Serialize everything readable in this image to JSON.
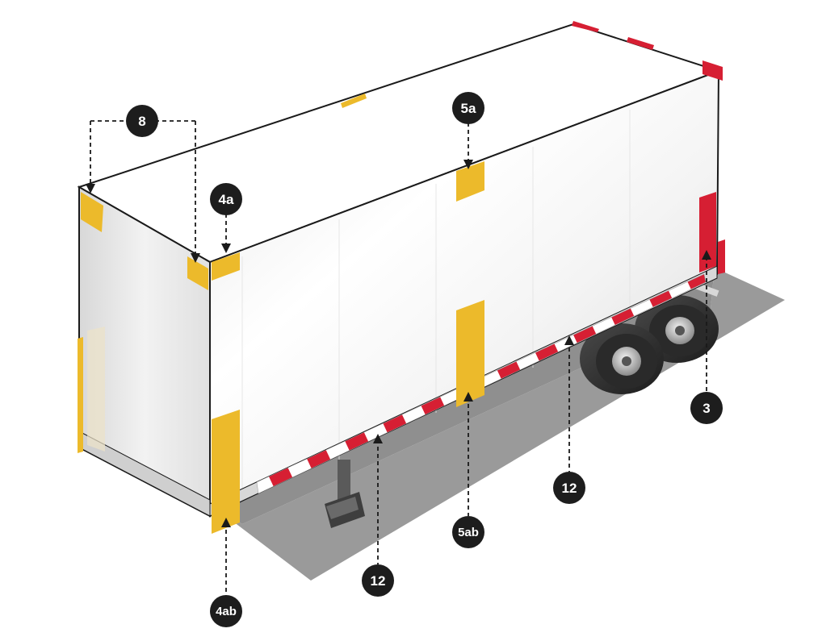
{
  "colors": {
    "amber": "#ecba2b",
    "red": "#d61f33",
    "ground": "#9a9a9a",
    "callout": "#1d1d1d",
    "outline": "#1a1a1a"
  },
  "callouts": {
    "c8": "8",
    "c4a": "4a",
    "c5a": "5a",
    "c3": "3",
    "c12_right": "12",
    "c5ab": "5ab",
    "c12_left": "12",
    "c4ab": "4ab"
  }
}
